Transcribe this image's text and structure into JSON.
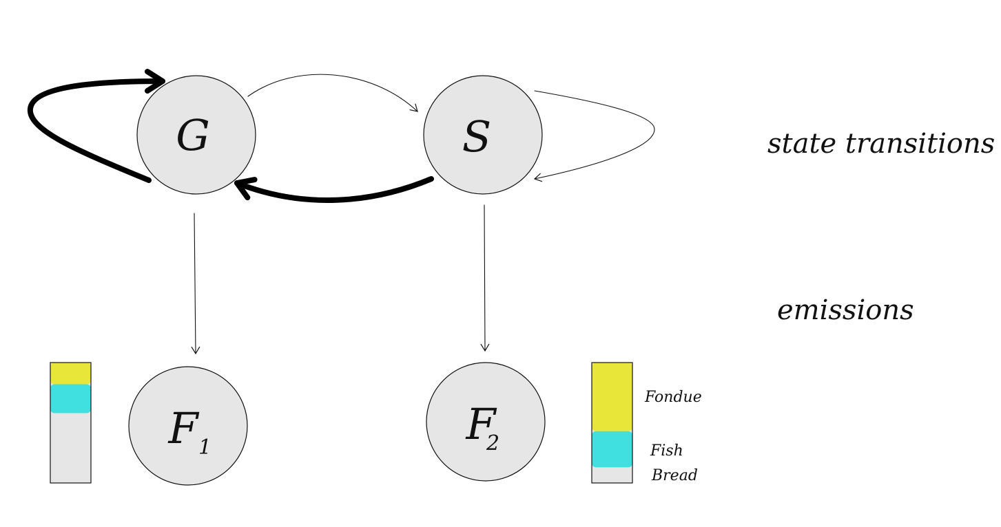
{
  "states": {
    "g": {
      "label": "G"
    },
    "s": {
      "label": "S"
    }
  },
  "emission_nodes": {
    "f1": {
      "label": "F",
      "subscript": "1"
    },
    "f2": {
      "label": "F",
      "subscript": "2"
    }
  },
  "section_labels": {
    "transitions": "state transitions",
    "emissions": "emissions"
  },
  "emission_items": {
    "fondue": "Fondue",
    "fish": "Fish",
    "bread": "Bread"
  },
  "emission_distributions": {
    "f1": {
      "fondue": 0.18,
      "fish": 0.24,
      "bread": 0.58
    },
    "f2": {
      "fondue": 0.57,
      "fish": 0.3,
      "bread": 0.13
    }
  },
  "colors": {
    "fondue": "#e8e62a",
    "fish": "#33dfe0",
    "node_fill": "#e6e6e6",
    "ink": "#111111"
  }
}
